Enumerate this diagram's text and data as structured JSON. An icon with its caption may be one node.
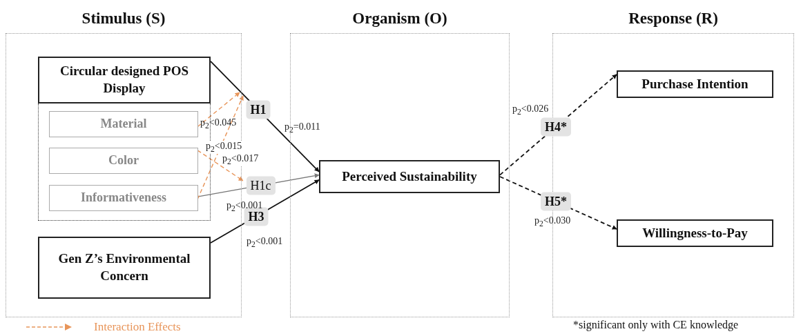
{
  "diagram": {
    "nodes": [
      {
        "text": [
          "Stimulus (S)"
        ]
      },
      {
        "text": [
          "Organism (O)"
        ]
      },
      {
        "text": [
          "Response (R)"
        ]
      },
      {
        "text": [
          "Circular designed POS Display"
        ],
        "in": 0
      },
      {
        "text": [],
        "shape": "box",
        "in": 0
      },
      {
        "text": [
          "Material"
        ],
        "in": 4
      },
      {
        "text": [
          "Color"
        ],
        "in": 4
      },
      {
        "text": [
          "Informativeness"
        ],
        "in": 4
      },
      {
        "text": [
          "Gen Z’s Environmental Concern"
        ],
        "in": 0
      },
      {
        "text": [
          "Perceived Sustainability"
        ],
        "in": 1
      },
      {
        "text": [
          "Purchase Intention"
        ],
        "in": 2
      },
      {
        "text": [
          "Willingness-to-Pay"
        ],
        "in": 2
      }
    ],
    "edges": [
      {
        "from": 3,
        "to": 9,
        "arrow": "to",
        "label": "H1"
      },
      {
        "from": 7,
        "to": 9,
        "arrow": "to",
        "label": "H1c",
        "color": "#777777"
      },
      {
        "from": 8,
        "to": 9,
        "arrow": "to",
        "label": "H3"
      },
      {
        "from": 9,
        "to": 10,
        "arrow": "to",
        "label": "H4*",
        "style": "dashed"
      },
      {
        "from": 9,
        "to": 11,
        "arrow": "to",
        "label": "H5*",
        "style": "dashed"
      },
      {
        "from": 5,
        "to": null,
        "arrow": "to",
        "style": "dashed",
        "color": "#e8955a"
      },
      {
        "from": 7,
        "to": null,
        "arrow": "to",
        "style": "dashed",
        "color": "#e8955a"
      },
      {
        "from": 6,
        "to": null,
        "arrow": "to",
        "style": "dashed",
        "color": "#e8955a"
      }
    ],
    "labels": [
      "p$_{2}$<0.045",
      "p$_{2}$<0.015",
      "p$_{2}$=0.011",
      "p$_{2}$<0.017",
      "p$_{2}$<0.001",
      "p$_{2}$<0.001",
      "p$_{2}$<0.026",
      "p$_{2}$<0.030",
      "*significant only with CE knowledge"
    ],
    "legend": [
      {
        "text": "Interaction Effects"
      }
    ]
  }
}
